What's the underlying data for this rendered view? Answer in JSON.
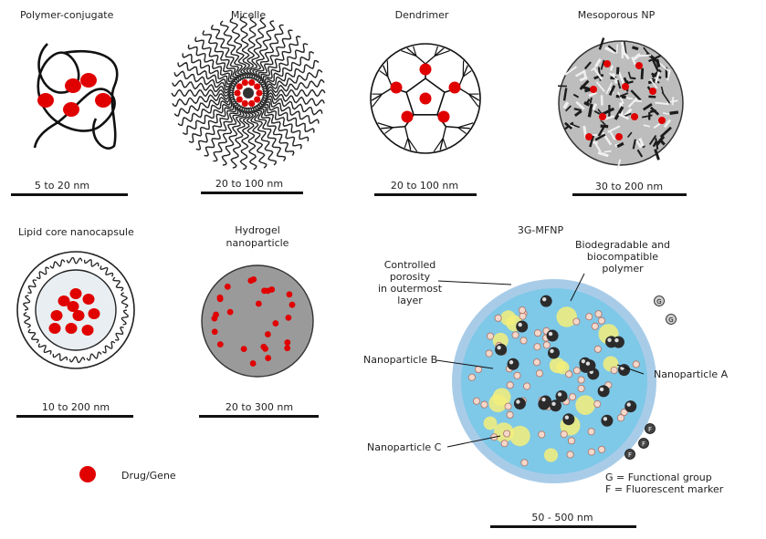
{
  "panels": {
    "polymer_conjugate": {
      "title": "Polymer-conjugate",
      "size": "5 to 20 nm"
    },
    "micelle": {
      "title": "Micelle",
      "size": "20 to 100 nm"
    },
    "dendrimer": {
      "title": "Dendrimer",
      "size": "20 to 100 nm"
    },
    "mesoporous_np": {
      "title": "Mesoporous NP",
      "size": "30 to 200 nm"
    },
    "lipid_core_nanocapsule": {
      "title": "Lipid core nanocapsule",
      "size": "10 to 200 nm"
    },
    "hydrogel_nanoparticle": {
      "title_line1": "Hydrogel",
      "title_line2": "nanoparticle",
      "size": "20 to 300 nm"
    },
    "mfnp": {
      "title": "3G-MFNP",
      "size": "50 - 500 nm",
      "label_porosity": [
        "Controlled",
        "porosity",
        "in outermost",
        "layer"
      ],
      "label_polymer": [
        "Biodegradable and",
        "biocompatible",
        "polymer"
      ],
      "label_np_a": "Nanoparticle A",
      "label_np_b": "Nanoparticle B",
      "label_np_c": "Nanoparticle C",
      "legend_g": "G = Functional group",
      "legend_f": "F = Fluorescent marker",
      "marker_f": "F",
      "marker_g": "G"
    }
  },
  "legend": {
    "drug_gene": "Drug/Gene"
  },
  "colors": {
    "drug": "#e00000",
    "shell": "#a8cce8",
    "core": "#7ec8e8",
    "yellow": "#f4ef7a",
    "hydrogel": "#9a9a9a"
  }
}
